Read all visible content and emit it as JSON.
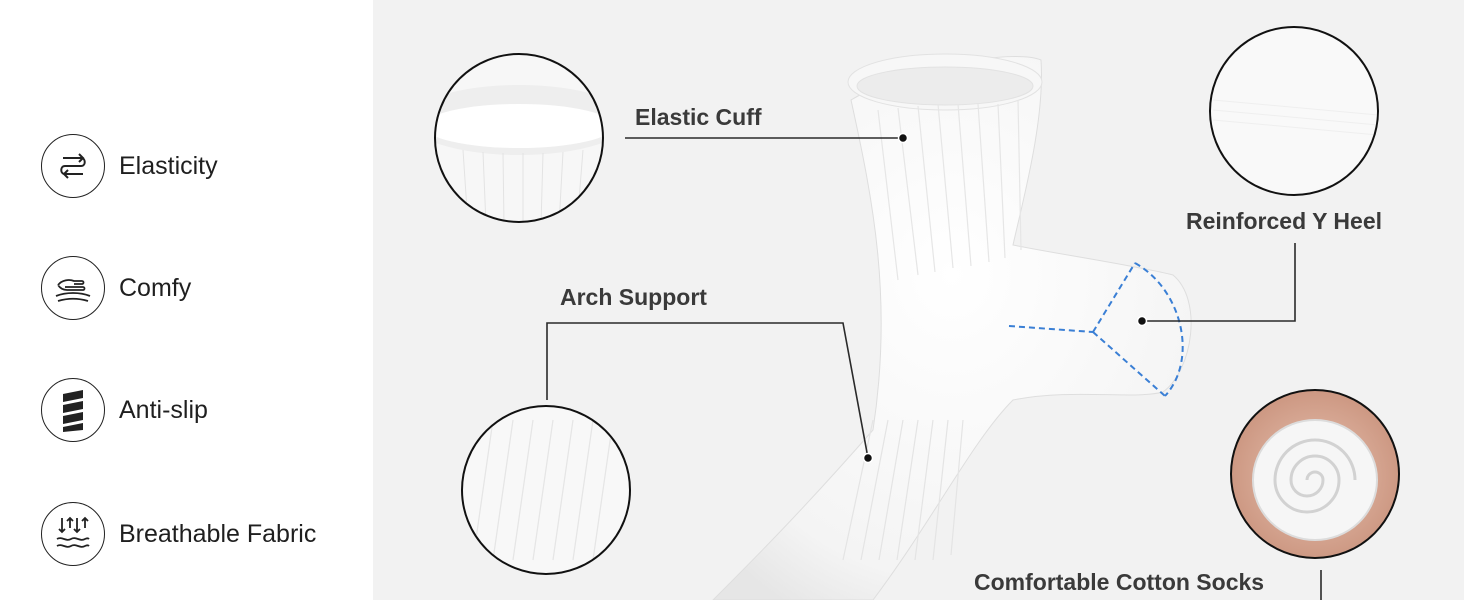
{
  "features": [
    {
      "label": "Elasticity",
      "icon": "elasticity-icon"
    },
    {
      "label": "Comfy",
      "icon": "comfy-hand-icon"
    },
    {
      "label": "Anti-slip",
      "icon": "anti-slip-icon"
    },
    {
      "label": "Breathable Fabric",
      "icon": "breathable-fabric-icon"
    }
  ],
  "callouts": {
    "cuff": "Elastic Cuff",
    "heel": "Reinforced Y Heel",
    "arch": "Arch Support",
    "cotton": "Comfortable Cotton Socks"
  },
  "colors": {
    "background": "#f2f2f2",
    "heel_outline": "#3a7fd5",
    "text": "#3a3a3a"
  }
}
